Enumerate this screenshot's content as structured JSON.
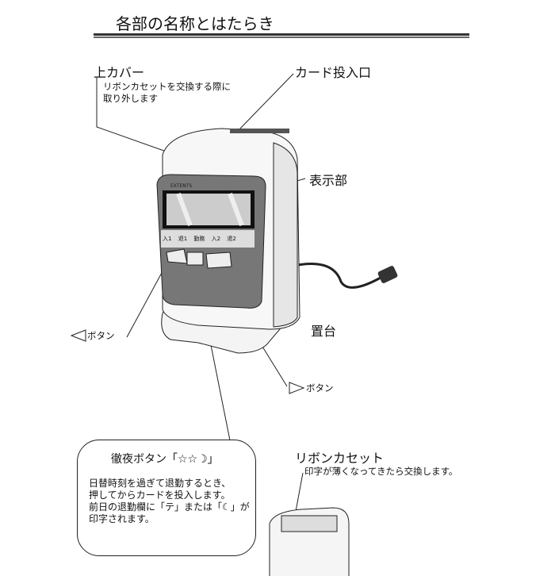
{
  "title": "各部の名称とはたらき",
  "labels": {
    "top_cover": "上カバー",
    "top_cover_desc": [
      "リボンカセットを交換する際に",
      "取り外します"
    ],
    "card_slot": "カード投入口",
    "display": "表示部",
    "stand": "置台",
    "left_button": "ボタン",
    "right_button": "ボタン"
  },
  "night_button": {
    "title": "徹夜ボタン「☆☆☽」",
    "desc": [
      "日替時刻を過ぎて退勤するとき、",
      "押してからカードを投入します。",
      "前日の退勤欄に「テ」または「☾」が",
      "印字されます。"
    ]
  },
  "ribbon": {
    "title": "リボンカセット",
    "desc": "印字が薄くなってきたら交換します。"
  },
  "panel": {
    "brand": "EXTENTS",
    "modes": [
      "入1",
      "退1",
      "勤務",
      "入2",
      "退2"
    ]
  }
}
